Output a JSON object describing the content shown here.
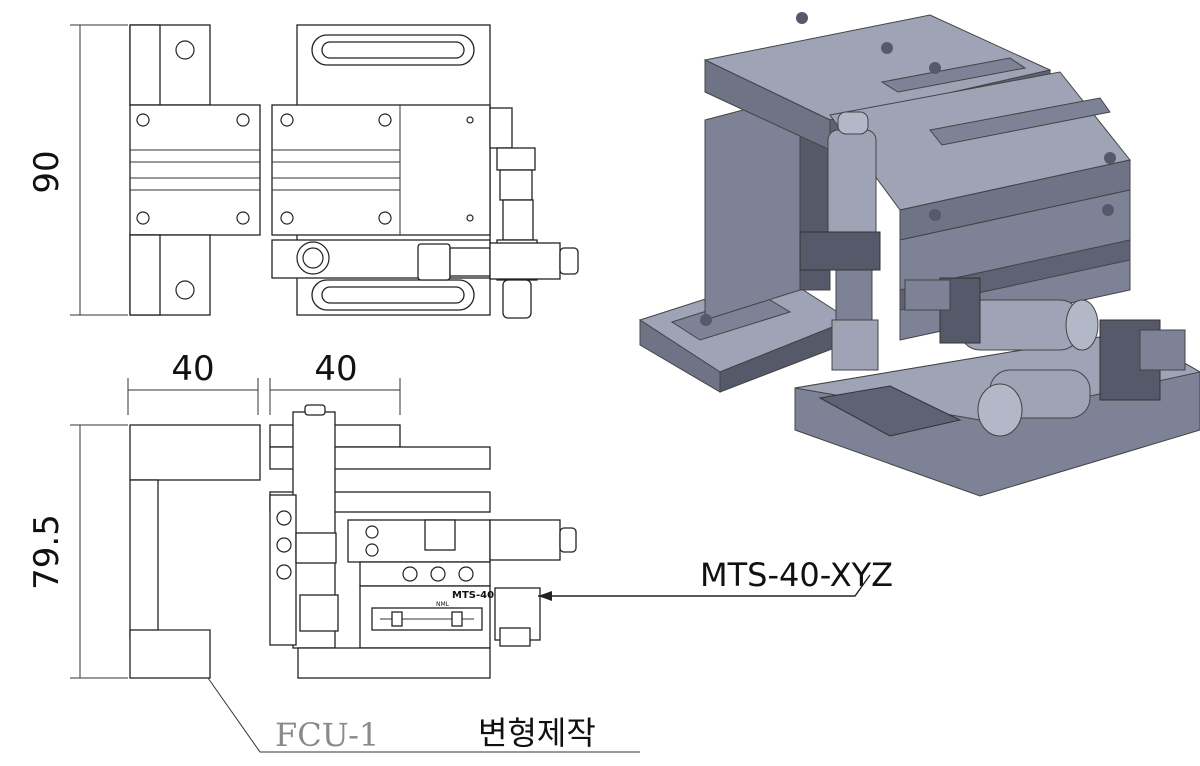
{
  "dimensions": {
    "height_top": "90",
    "width_left": "40",
    "width_right": "40",
    "height_bottom": "79.5"
  },
  "labels": {
    "stage_model": "MTS-40-XYZ",
    "bracket_model": "FCU-1",
    "bracket_note": "변형제작",
    "plate_text": "MTS-40",
    "plate_subtext": "NML"
  },
  "colors": {
    "line": "#222222",
    "render_light": "#9ea3b5",
    "render_mid": "#7d8296",
    "render_dark": "#55596a",
    "leader_gray": "#8a8a8a"
  }
}
